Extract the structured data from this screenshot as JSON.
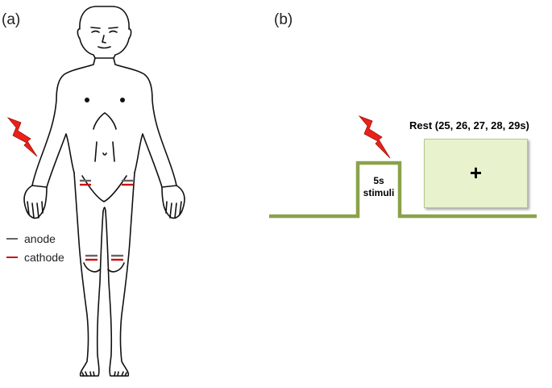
{
  "panels": {
    "a": {
      "label": "(a)"
    },
    "b": {
      "label": "(b)"
    }
  },
  "legend": {
    "anode": {
      "label": "anode",
      "color": "#666666"
    },
    "cathode": {
      "label": "cathode",
      "color": "#cc1111"
    }
  },
  "stimulus": {
    "duration": "5s",
    "word": "stimuli"
  },
  "rest": {
    "label": "Rest (25, 26, 27, 28, 29s)",
    "fixation": "+"
  },
  "colors": {
    "timeline": "#8aa24a",
    "lightning": "#e8221a",
    "rest_fill": "#e8f2cc",
    "outline": "#111111"
  },
  "icons": [
    "lightning-icon",
    "human-body-figure"
  ]
}
